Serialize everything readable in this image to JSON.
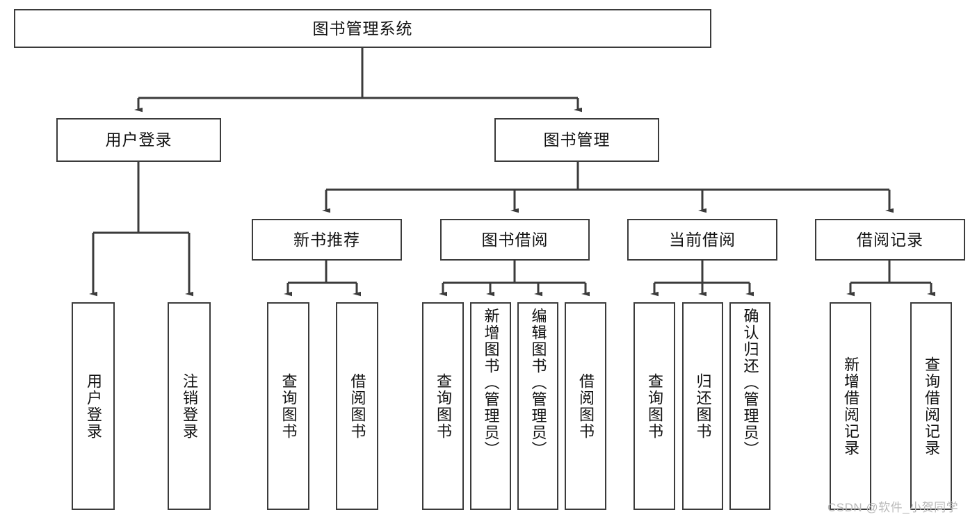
{
  "diagram": {
    "title": "图书管理系统",
    "watermark": "CSDN @软件_小贺同学",
    "stroke_color": "#3b3b3b",
    "text_color": "#111111",
    "background_color": "#ffffff",
    "watermark_color": "#b9b9b9",
    "nodes": {
      "root": "图书管理系统",
      "level2": {
        "user_login": "用户登录",
        "book_manage": "图书管理"
      },
      "level3": {
        "new_book_recommend": "新书推荐",
        "book_borrow": "图书借阅",
        "current_borrow": "当前借阅",
        "borrow_record": "借阅记录"
      },
      "leaves": {
        "user_login_1": "用户登录",
        "user_login_2": "注销登录",
        "recommend_1": "查询图书",
        "recommend_2": "借阅图书",
        "borrow_1": "查询图书",
        "borrow_2": "新增图书（管理员）",
        "borrow_3": "编辑图书（管理员）",
        "borrow_4": "借阅图书",
        "current_1": "查询图书",
        "current_2": "归还图书",
        "current_3": "确认归还（管理员）",
        "record_1": "新增借阅记录",
        "record_2": "查询借阅记录"
      }
    }
  }
}
